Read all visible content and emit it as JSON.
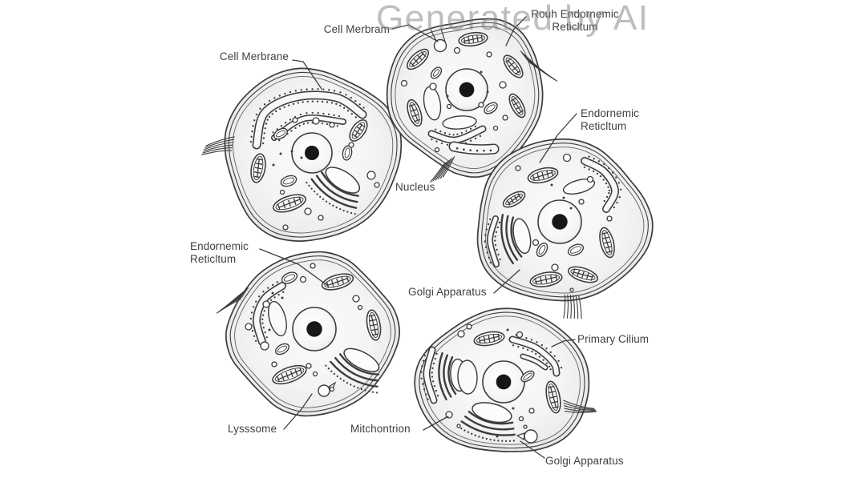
{
  "watermark": {
    "text": "Generated by AI",
    "color": "rgba(125,125,125,0.5)"
  },
  "colors": {
    "ink": "#3c3c3c",
    "label_text": "#3f3f3f",
    "background": "#ffffff"
  },
  "labels": {
    "cell_membrane": "Cell Merbrane",
    "cell_merbram": "Cell Merbram",
    "rough_er": "Rouh Endornemic\nReticltum",
    "nucleus": "Nucleus",
    "er_right": "Endornemic\nReticltum",
    "golgi_right": "Golgi Apparatus",
    "primary_cilium": "Primary Cilium",
    "er_left": "Endornemic\nReticltum",
    "lysosome": "Lysssome",
    "mitochondrion": "Mitchontrion",
    "golgi_bottom": "Golgi Apparatus"
  }
}
